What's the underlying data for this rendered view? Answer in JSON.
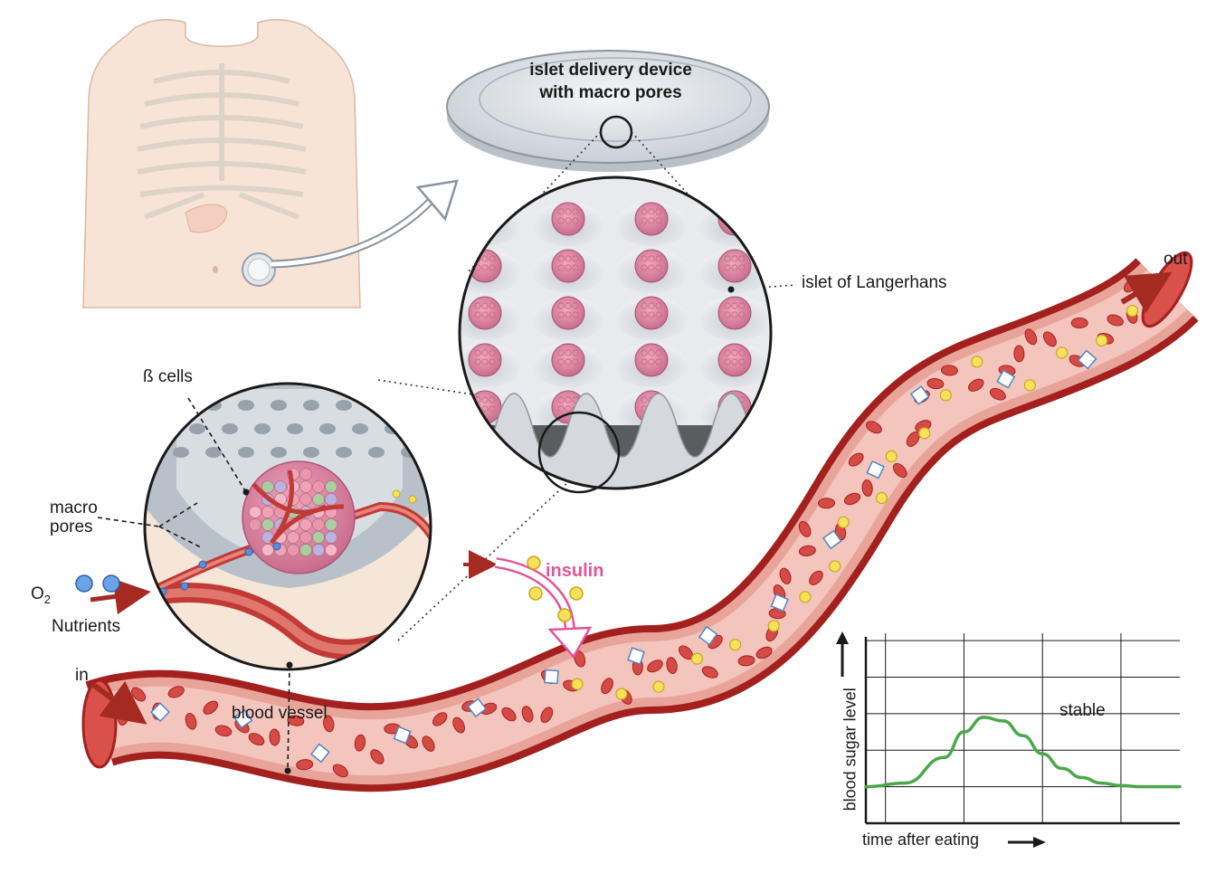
{
  "device": {
    "title_line1": "islet delivery device",
    "title_line2": "with macro pores"
  },
  "labels": {
    "islet": "islet of Langerhans",
    "beta_cells": "ß cells",
    "macro_pores_line1": "macro",
    "macro_pores_line2": "pores",
    "o2": "O",
    "o2_sub": "2",
    "nutrients": "Nutrients",
    "insulin": "insulin",
    "blood_vessel": "blood vessel",
    "in": "in",
    "out": "out"
  },
  "chart_data": {
    "type": "line",
    "title": "",
    "xlabel": "time after eating",
    "ylabel": "blood sugar level",
    "annotation": "stable",
    "grid": true,
    "series": [
      {
        "color": "#4aa84a",
        "x": [
          0,
          1,
          2,
          2.5,
          3,
          3.5,
          4,
          4.5,
          5,
          5.5,
          6,
          6.5,
          7,
          7.5,
          8
        ],
        "values": [
          1.0,
          1.1,
          1.8,
          2.5,
          2.9,
          2.8,
          2.4,
          1.9,
          1.5,
          1.25,
          1.1,
          1.03,
          1.0,
          1.0,
          1.0
        ]
      }
    ],
    "xlim": [
      0,
      8
    ],
    "ylim": [
      0,
      5.2
    ]
  },
  "colors": {
    "vessel": "#c8312f",
    "vessel_light": "#e78b84",
    "insulin": "#e0559a",
    "curve": "#4aa84a",
    "rbc": "#d64a45"
  }
}
